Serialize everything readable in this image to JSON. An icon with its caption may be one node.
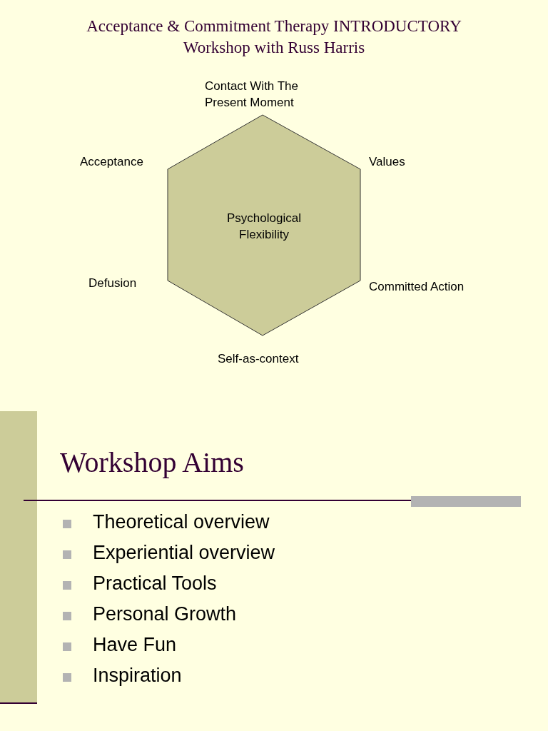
{
  "diagram": {
    "title": "Acceptance & Commitment Therapy INTRODUCTORY Workshop with Russ Harris",
    "nodes": [
      {
        "text": [
          "Psychological Flexibility"
        ]
      }
    ],
    "edges": [],
    "labels": [
      "Contact With The Present Moment",
      "Acceptance",
      "Values",
      "Defusion",
      "Committed Action",
      "Self-as-context",
      "Workshop Aims",
      "Theoretical overview",
      "Experiential overview",
      "Practical Tools",
      "Personal Growth",
      "Have Fun",
      "Inspiration"
    ]
  }
}
